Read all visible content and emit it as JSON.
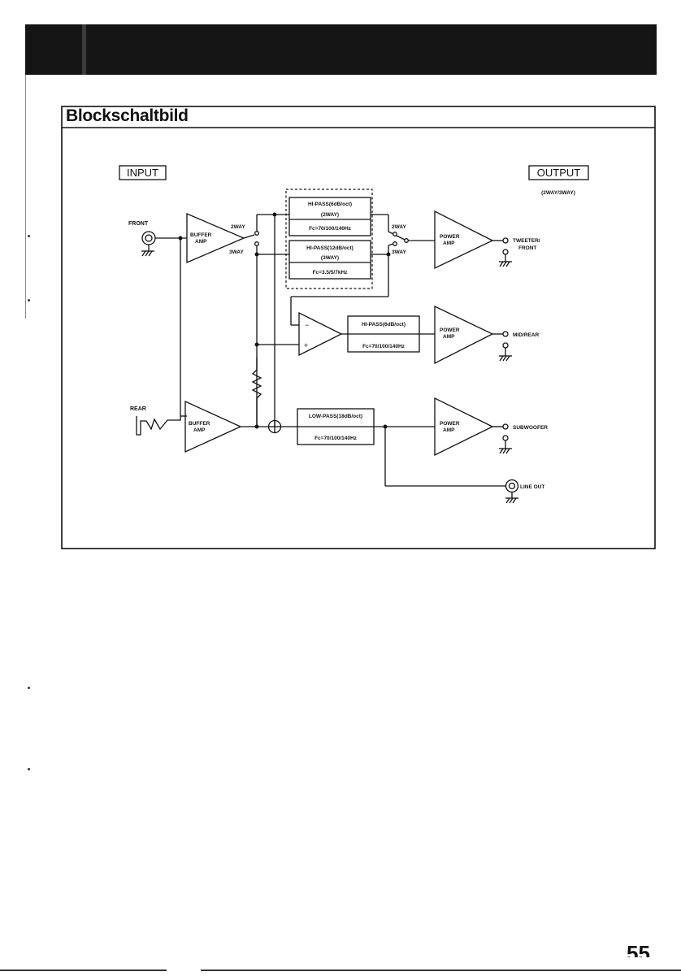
{
  "page": {
    "section_title": "Blockschaltbild",
    "page_number": "55"
  },
  "diagram": {
    "input_label": "INPUT",
    "output_label": "OUTPUT",
    "output_sub": "(2WAY/3WAY)",
    "front_label": "FRONT",
    "rear_label": "REAR",
    "buffer_amp_line1": "BUFFER",
    "buffer_amp_line2": "AMP",
    "way2": "2WAY",
    "way3": "3WAY",
    "hp1_line1": "HI-PASS(6dB/oct)",
    "hp1_line2": "(2WAY)",
    "hp1_line3": "Fc=70/100/140Hz",
    "hp2_line1": "HI-PASS(12dB/oct)",
    "hp2_line2": "(3WAY)",
    "hp2_line3": "Fc=3.5/5/7kHz",
    "hp3_line1": "HI-PASS(6dB/oct)",
    "hp3_line2": "Fc=70/100/140Hz",
    "lp_line1": "LOW-PASS(18dB/oct)",
    "lp_line2": "Fc=70/100/140Hz",
    "power_line1": "POWER",
    "power_line2": "AMP",
    "opamp_minus": "−",
    "opamp_plus": "+",
    "out_tweeter_1": "TWEETER/",
    "out_tweeter_2": "FRONT",
    "out_mid": "MID/REAR",
    "out_sub": "SUBWOOFER",
    "out_line": "LINE OUT"
  }
}
